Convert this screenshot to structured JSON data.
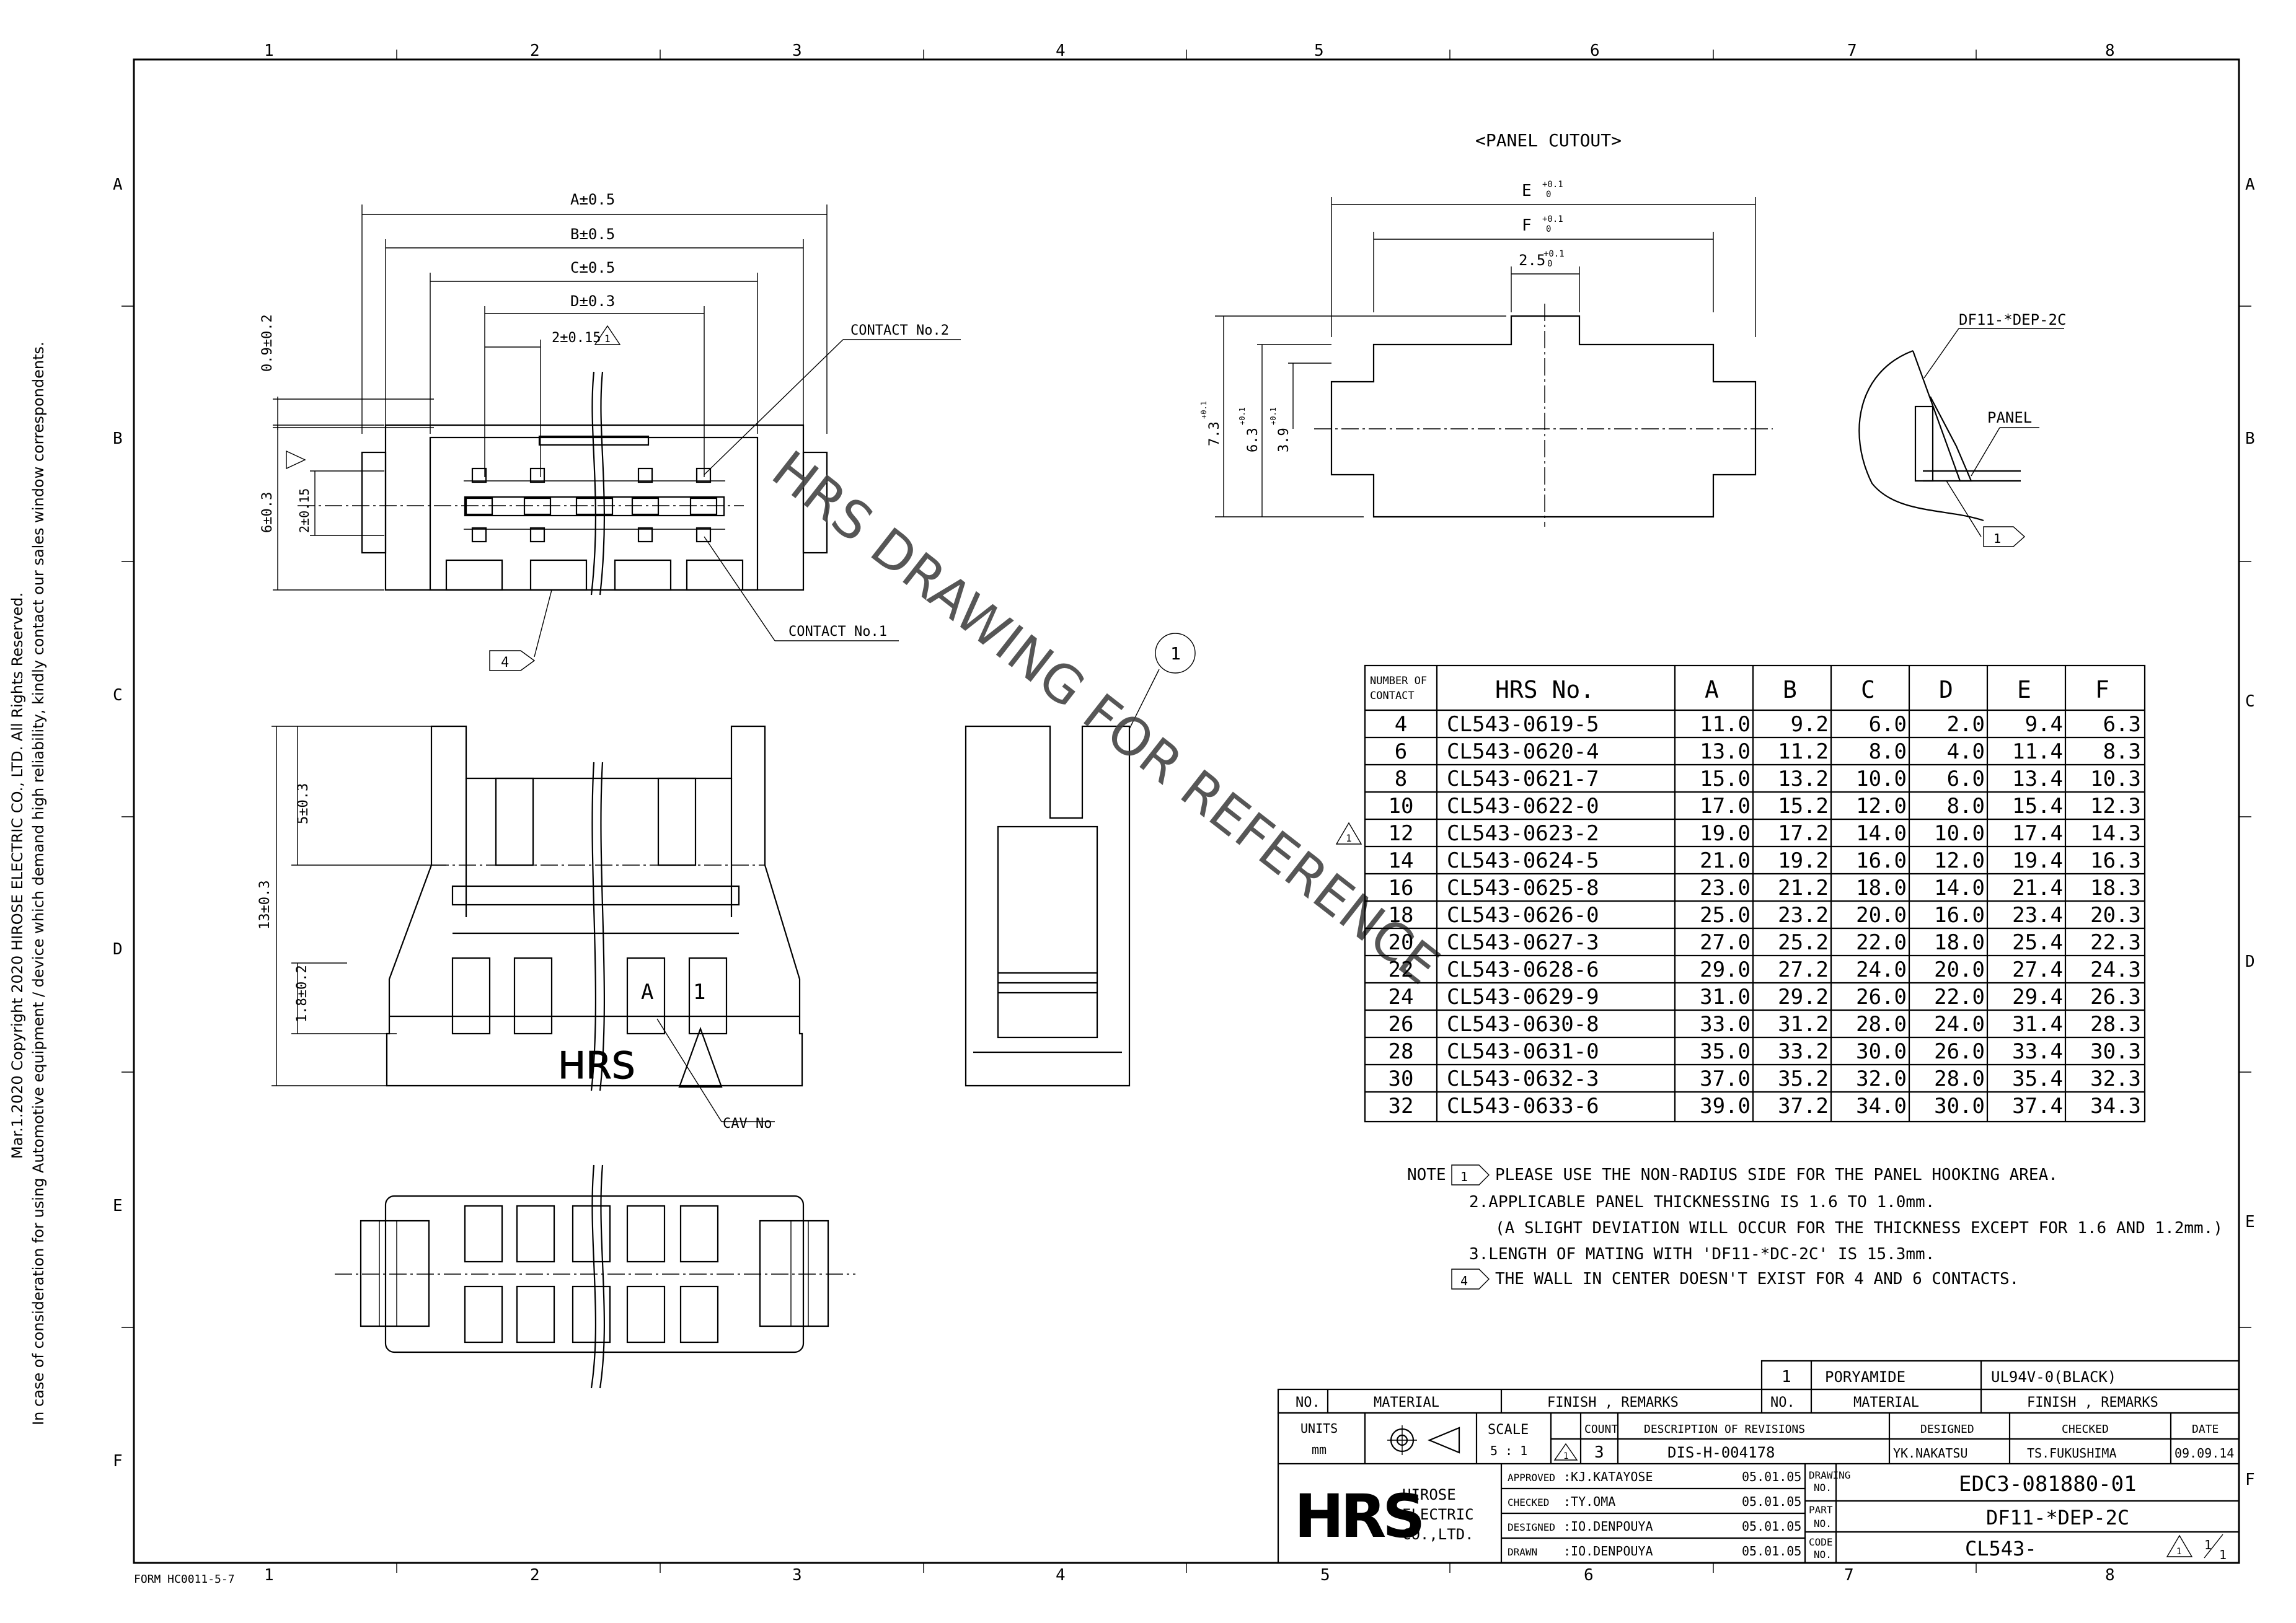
{
  "side_copyright": {
    "line1": "Mar.1.2020 Copyright 2020 HIROSE ELECTRIC CO., LTD. All Rights Reserved.",
    "line2": "In case of consideration for using Automotive equipment / device which demand high reliability, kindly contact our sales window correspondents."
  },
  "grid": {
    "cols": [
      "1",
      "2",
      "3",
      "4",
      "5",
      "6",
      "7",
      "8"
    ],
    "rows": [
      "A",
      "B",
      "C",
      "D",
      "E",
      "F"
    ]
  },
  "watermark": "HRS DRAWING FOR REFERENCE",
  "form_no": "FORM HC0011-5-7",
  "view_top": {
    "dim_a": "A±0.5",
    "dim_b": "B±0.5",
    "dim_c": "C±0.5",
    "dim_d": "D±0.3",
    "dim_2": "2±0.15",
    "dim_09": "0.9±0.2",
    "dim_6": "6±0.3",
    "dim_2v": "2±0.15",
    "contact_no2": "CONTACT No.2",
    "contact_no1": "CONTACT No.1",
    "note4": "4",
    "rev_mark": "1"
  },
  "view_front": {
    "dim_5": "5±0.3",
    "dim_13": "13±0.3",
    "dim_18": "1.8±0.2",
    "cav_label": "CAV No",
    "cav_a": "A",
    "cav_1": "1",
    "logo": "HRS"
  },
  "view_side": {
    "item_no": "1"
  },
  "panel_cutout": {
    "title": "<PANEL CUTOUT>",
    "dim_e": "E",
    "dim_f": "F",
    "dim_25": "2.5",
    "tol": "+0.1",
    "tol0": "0",
    "dim_73": "7.3",
    "dim_63": "6.3",
    "dim_39": "3.9"
  },
  "detail": {
    "part": "DF11-*DEP-2C",
    "panel": "PANEL",
    "note1": "1"
  },
  "table": {
    "headers": [
      "NUMBER OF CONTACT",
      "HRS No.",
      "A",
      "B",
      "C",
      "D",
      "E",
      "F"
    ],
    "header_nc1": "NUMBER OF",
    "header_nc2": "CONTACT",
    "rev_mark": "1",
    "rows": [
      [
        "4",
        "CL543-0619-5",
        "11.0",
        "9.2",
        "6.0",
        "2.0",
        "9.4",
        "6.3"
      ],
      [
        "6",
        "CL543-0620-4",
        "13.0",
        "11.2",
        "8.0",
        "4.0",
        "11.4",
        "8.3"
      ],
      [
        "8",
        "CL543-0621-7",
        "15.0",
        "13.2",
        "10.0",
        "6.0",
        "13.4",
        "10.3"
      ],
      [
        "10",
        "CL543-0622-0",
        "17.0",
        "15.2",
        "12.0",
        "8.0",
        "15.4",
        "12.3"
      ],
      [
        "12",
        "CL543-0623-2",
        "19.0",
        "17.2",
        "14.0",
        "10.0",
        "17.4",
        "14.3"
      ],
      [
        "14",
        "CL543-0624-5",
        "21.0",
        "19.2",
        "16.0",
        "12.0",
        "19.4",
        "16.3"
      ],
      [
        "16",
        "CL543-0625-8",
        "23.0",
        "21.2",
        "18.0",
        "14.0",
        "21.4",
        "18.3"
      ],
      [
        "18",
        "CL543-0626-0",
        "25.0",
        "23.2",
        "20.0",
        "16.0",
        "23.4",
        "20.3"
      ],
      [
        "20",
        "CL543-0627-3",
        "27.0",
        "25.2",
        "22.0",
        "18.0",
        "25.4",
        "22.3"
      ],
      [
        "22",
        "CL543-0628-6",
        "29.0",
        "27.2",
        "24.0",
        "20.0",
        "27.4",
        "24.3"
      ],
      [
        "24",
        "CL543-0629-9",
        "31.0",
        "29.2",
        "26.0",
        "22.0",
        "29.4",
        "26.3"
      ],
      [
        "26",
        "CL543-0630-8",
        "33.0",
        "31.2",
        "28.0",
        "24.0",
        "31.4",
        "28.3"
      ],
      [
        "28",
        "CL543-0631-0",
        "35.0",
        "33.2",
        "30.0",
        "26.0",
        "33.4",
        "30.3"
      ],
      [
        "30",
        "CL543-0632-3",
        "37.0",
        "35.2",
        "32.0",
        "28.0",
        "35.4",
        "32.3"
      ],
      [
        "32",
        "CL543-0633-6",
        "39.0",
        "37.2",
        "34.0",
        "30.0",
        "37.4",
        "34.3"
      ]
    ]
  },
  "notes": {
    "label": "NOTE",
    "n1_mark": "1",
    "n1": "PLEASE USE THE NON-RADIUS SIDE FOR THE PANEL HOOKING AREA.",
    "n2": "2.APPLICABLE PANEL THICKNESSING IS 1.6 TO 1.0mm.",
    "n2b": "(A SLIGHT DEVIATION WILL OCCUR FOR THE THICKNESS EXCEPT FOR 1.6 AND 1.2mm.)",
    "n3": "3.LENGTH OF MATING WITH 'DF11-*DC-2C' IS 15.3mm.",
    "n4_mark": "4",
    "n4": "THE WALL IN CENTER DOESN'T EXIST FOR 4 AND 6 CONTACTS."
  },
  "title_block": {
    "mat_no": "1",
    "mat_name": "PORYAMIDE",
    "mat_finish": "UL94V-0(BLACK)",
    "hdr_no": "NO.",
    "hdr_material": "MATERIAL",
    "hdr_finish": "FINISH , REMARKS",
    "units_label": "UNITS",
    "units_val": "mm",
    "scale_label": "SCALE",
    "scale_val": "5 : 1",
    "count_label": "COUNT",
    "count_val": "3",
    "desc_label": "DESCRIPTION OF REVISIONS",
    "desc_val": "DIS-H-004178",
    "designed_label": "DESIGNED",
    "designed_val": "YK.NAKATSU",
    "checked_label": "CHECKED",
    "checked_val": "TS.FUKUSHIMA",
    "date_label": "DATE",
    "date_val": "09.09.14",
    "rev_mark": "1",
    "company_logo": "HRS",
    "company_1": "HIROSE",
    "company_2": "ELECTRIC",
    "company_3": "CO.,LTD.",
    "approved_label": "APPROVED",
    "approved_val": ":KJ.KATAYOSE",
    "approved_date": "05.01.05",
    "checked2_label": "CHECKED",
    "checked2_val": ":TY.OMA",
    "checked2_date": "05.01.05",
    "designed2_label": "DESIGNED",
    "designed2_val": ":IO.DENPOUYA",
    "designed2_date": "05.01.05",
    "drawn_label": "DRAWN",
    "drawn_val": ":IO.DENPOUYA",
    "drawn_date": "05.01.05",
    "drawing_no_label1": "DRAWING",
    "drawing_no_label2": "NO.",
    "drawing_no": "EDC3-081880-01",
    "part_no_label1": "PART",
    "part_no_label2": "NO.",
    "part_no": "DF11-*DEP-2C",
    "code_no_label1": "CODE",
    "code_no_label2": "NO.",
    "code_no": "CL543-",
    "sheet_1": "1",
    "sheet_2": "1",
    "sheet_rev": "1"
  }
}
